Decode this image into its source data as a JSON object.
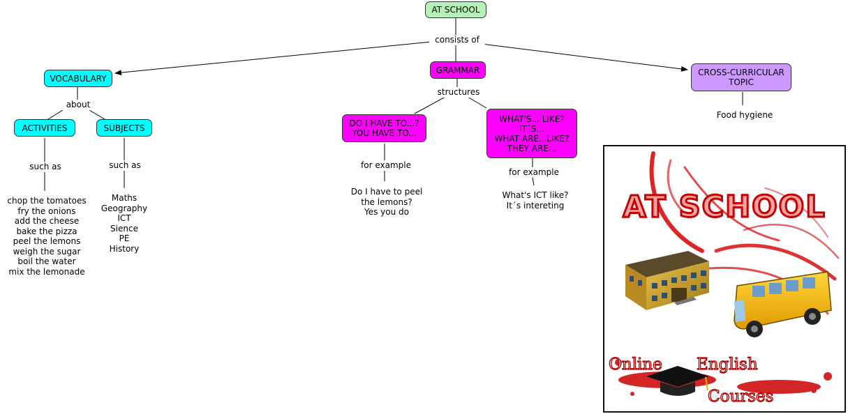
{
  "map": {
    "root": "AT SCHOOL",
    "root_link": "consists of",
    "vocabulary": {
      "title": "VOCABULARY",
      "link": "about",
      "activities": {
        "title": "ACTIVITIES",
        "link": "such as",
        "items": "chop the tomatoes\nfry the onions\nadd the cheese\nbake the pizza\npeel the lemons\nweigh the sugar\nboil the water\nmix the lemonade"
      },
      "subjects": {
        "title": "SUBJECTS",
        "link": "such as",
        "items": "Maths\nGeography\nICT\nSience\nPE\nHistory"
      }
    },
    "grammar": {
      "title": "GRAMMAR",
      "link": "structures",
      "have_to": {
        "title": "DO I HAVE TO...?\nYOU HAVE TO...",
        "link": "for example",
        "example": "Do I have to peel\nthe lemons?\nYes you do"
      },
      "like": {
        "title": "WHAT'S... LIKE?\nIT´S...\nWHAT ARE...LIKE?\nTHEY ARE...",
        "link": "for example",
        "example": "What's ICT like?\nIt´s intereting"
      }
    },
    "cross_curricular": {
      "title": "CROSS-CURRICULAR\nTOPIC",
      "item": "Food hygiene"
    }
  },
  "poster": {
    "title": "AT SCHOOL",
    "words": [
      "Online",
      "English",
      "Courses"
    ]
  },
  "colors": {
    "root": "#b6f2b8",
    "vocabulary": "#00ffff",
    "grammar": "#ff00ff",
    "cross_curricular": "#cc99ff",
    "poster_red": "#c40000"
  }
}
